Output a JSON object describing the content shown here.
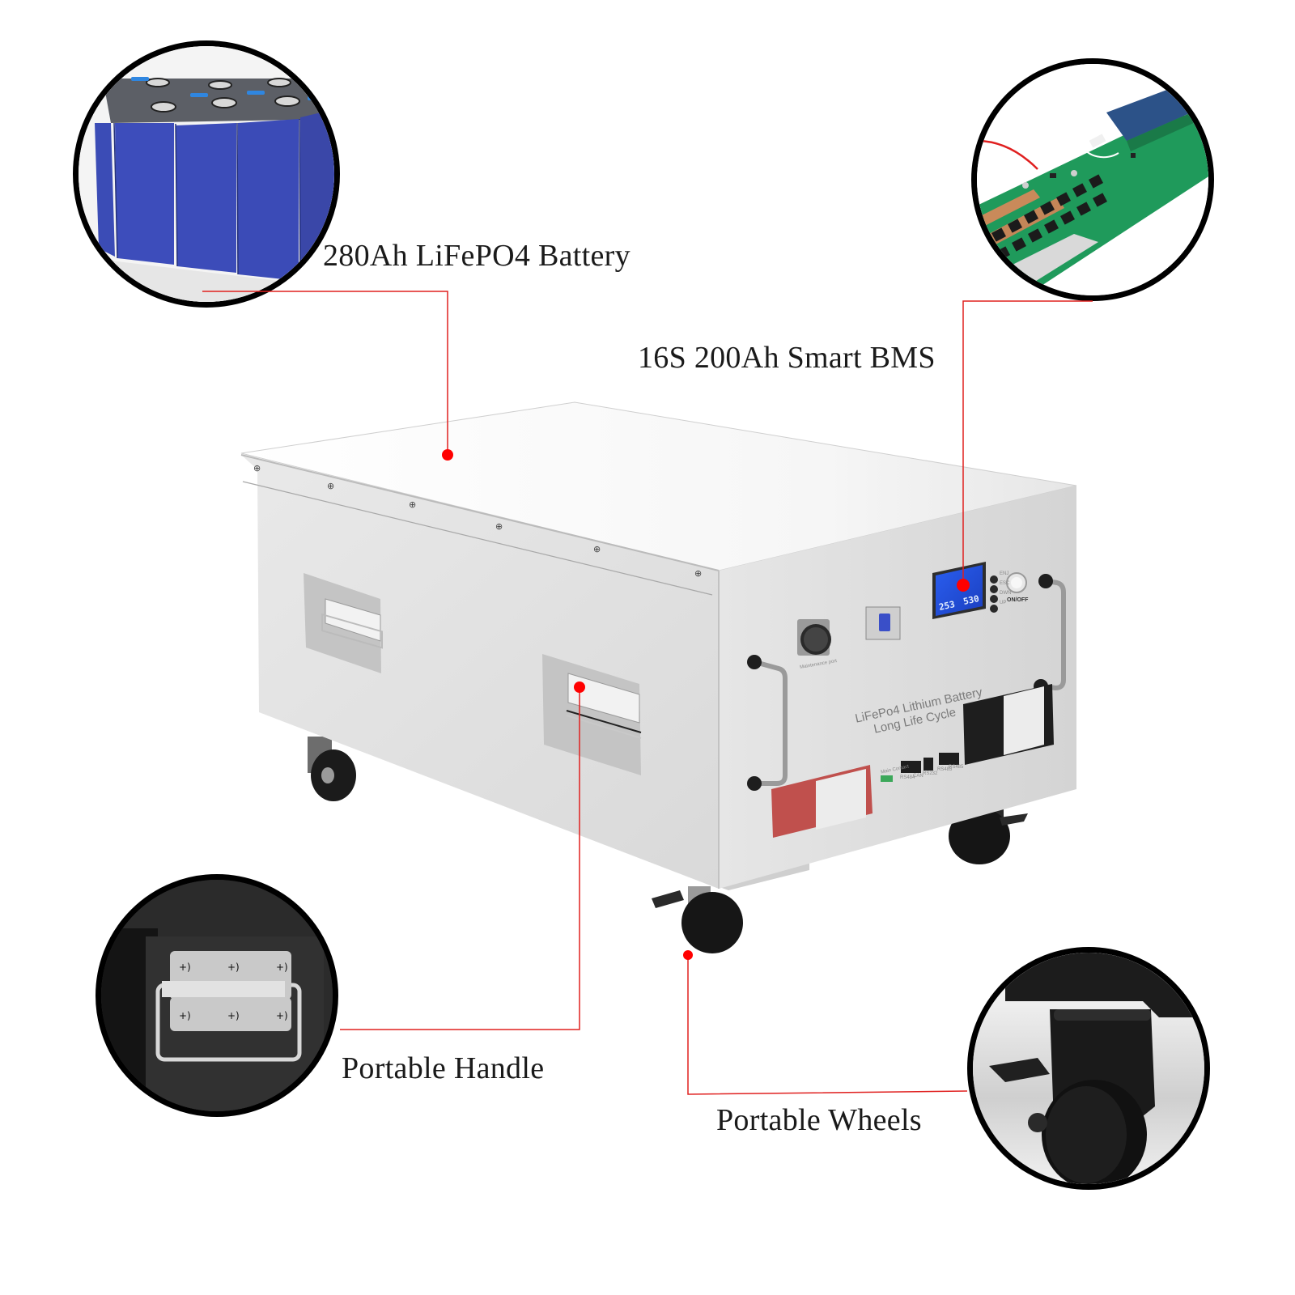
{
  "callouts": [
    {
      "id": "cells",
      "label": "280Ah LiFePO4 Battery"
    },
    {
      "id": "bms",
      "label": "16S 200Ah Smart BMS"
    },
    {
      "id": "handle",
      "label": "Portable Handle"
    },
    {
      "id": "wheels",
      "label": "Portable Wheels"
    }
  ],
  "product": {
    "front_text_line1": "LiFePo4 Lithium Battery",
    "front_text_line2": "Long Life Cycle",
    "maintenance_port_label": "Maintenance port",
    "power_button_label": "ON/OFF",
    "lcd": {
      "left_value": "253",
      "right_value": "530",
      "screen_color": "#1f4fd8"
    },
    "side_buttons": [
      "ENJ",
      "ESC",
      "DWN",
      "UP"
    ],
    "ports": [
      "Main Contact",
      "RS484",
      "CAN",
      "RS232",
      "RS485",
      "RS485"
    ],
    "terminal_colors": {
      "positive": "#c0504d",
      "negative": "#1e1e1e"
    }
  },
  "colors": {
    "callout_line": "#e0201f",
    "callout_dot": "#ff0000",
    "cell_blue": "#3a4bb8",
    "pcb_green": "#1f9a5b",
    "cabinet": "#e4e4e4",
    "label_text": "#1a1a1a"
  }
}
